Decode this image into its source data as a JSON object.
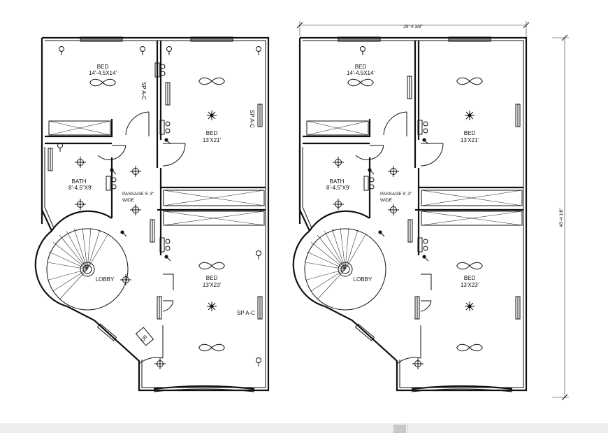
{
  "plans": [
    {
      "labels": {
        "bed_top": {
          "name": "BED",
          "size": "14'-4.5X14'"
        },
        "bed_right": {
          "name": "BED",
          "size": "13'X21'"
        },
        "bath": {
          "name": "BATH",
          "size": "8'-4.5\"X9'"
        },
        "passage": {
          "line1": "PASSAGE 5'-3\"",
          "line2": "WIDE"
        },
        "lobby": "LOBBY",
        "bed_bottom": {
          "name": "BED",
          "size": "13'X23'"
        },
        "ac1": "SP A-C",
        "ac2": "SP A-C",
        "ac3": "SP A-C",
        "db": "DB"
      }
    },
    {
      "labels": {
        "bed_top": {
          "name": "BED",
          "size": "14'-4.5X14'"
        },
        "bed_right": {
          "name": "BED",
          "size": "13'X21'"
        },
        "bath": {
          "name": "BATH",
          "size": "8'-4.5\"X9'"
        },
        "passage": {
          "line1": "PASSAGE 5'-3\"",
          "line2": "WIDE"
        },
        "lobby": "LOBBY",
        "bed_bottom": {
          "name": "BED",
          "size": "13'X23'"
        }
      },
      "dimensions": {
        "width": "29'-4 3/8\"",
        "height": "48'-4 1/8\""
      }
    }
  ]
}
